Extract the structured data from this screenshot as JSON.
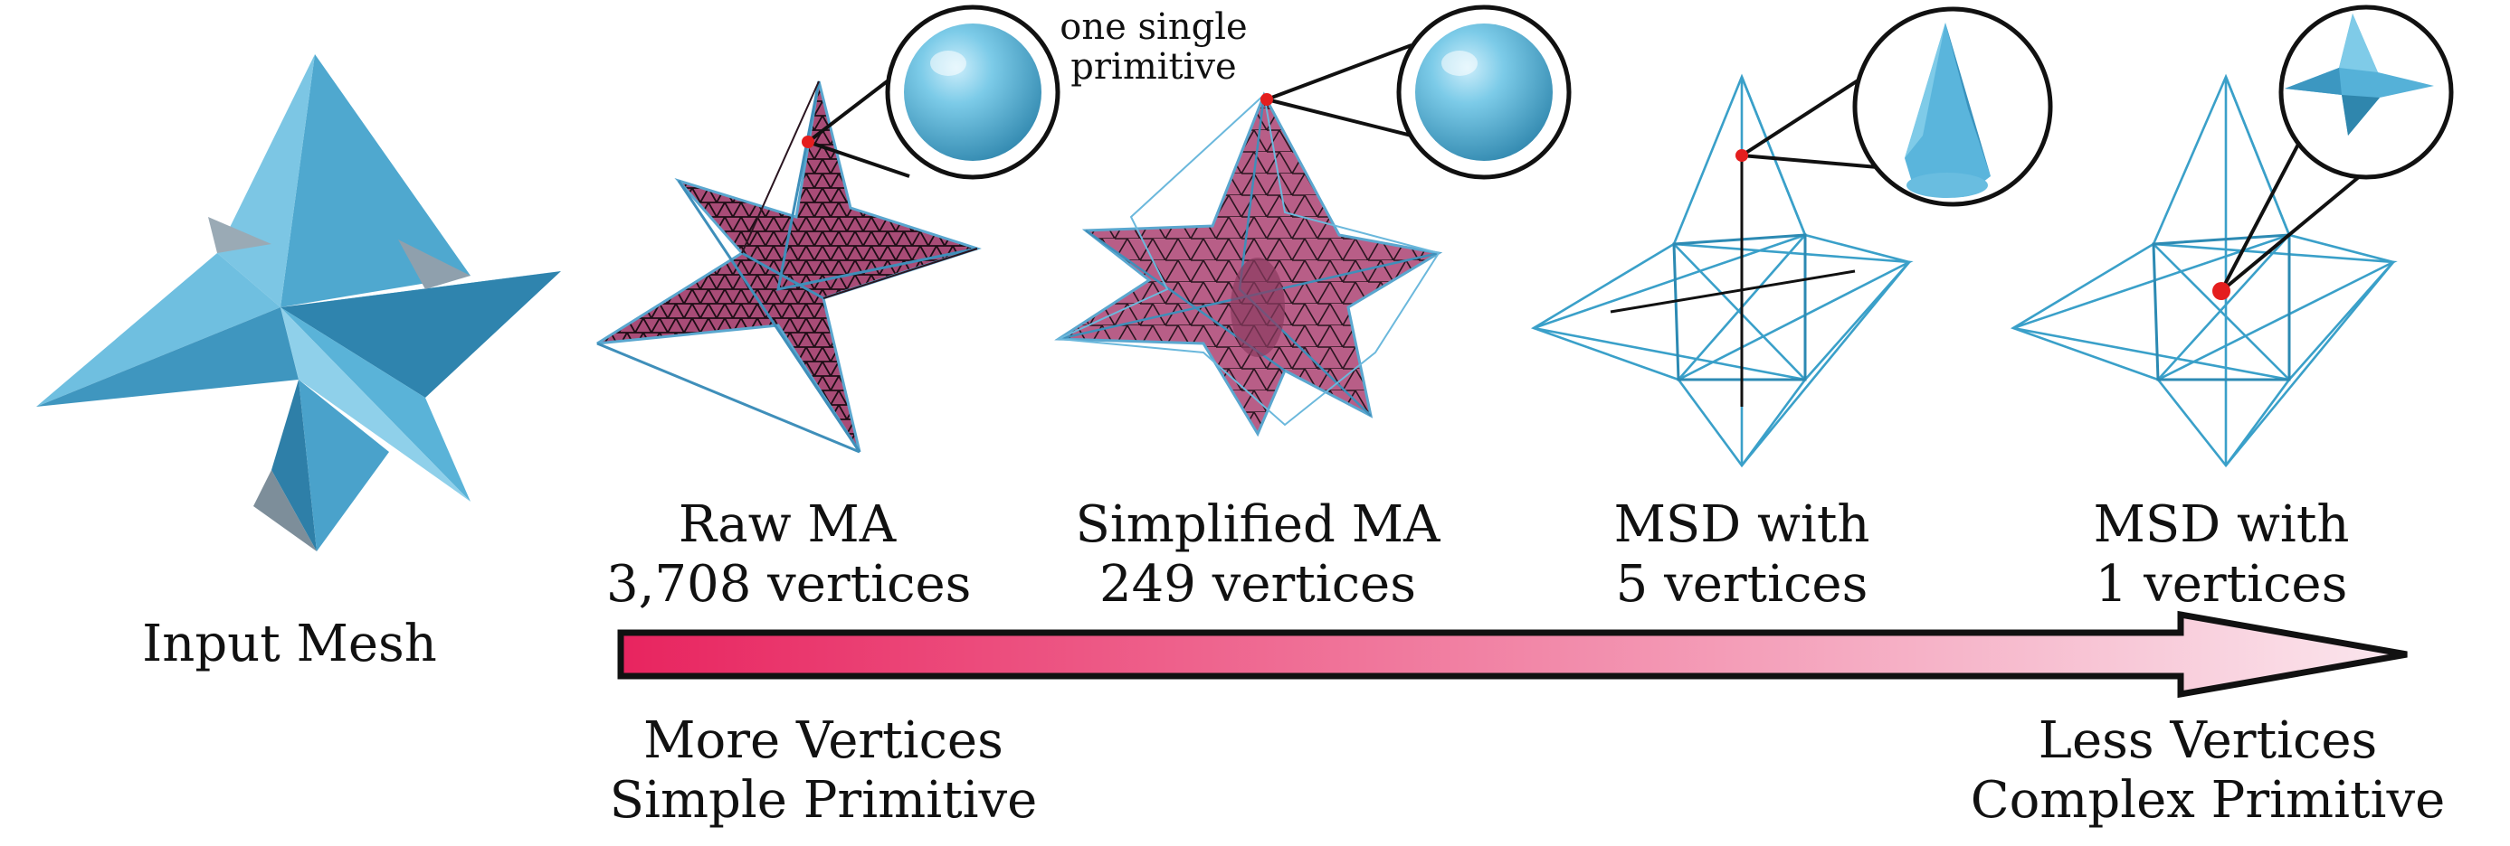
{
  "panels": {
    "input": {
      "label": "Input Mesh"
    },
    "raw": {
      "line1": "Raw MA",
      "line2": "3,708 vertices"
    },
    "simplified": {
      "line1": "Simplified MA",
      "line2": "249 vertices"
    },
    "msd5": {
      "line1": "MSD with",
      "line2": "5 vertices"
    },
    "msd1": {
      "line1": "MSD with",
      "line2": "1 vertices"
    }
  },
  "callout": {
    "line1": "one single",
    "line2": "primitive"
  },
  "arrow": {
    "left_line1": "More Vertices",
    "left_line2": "Simple Primitive",
    "right_line1": "Less Vertices",
    "right_line2": "Complex Primitive",
    "gradient_start": "#e8245f",
    "gradient_end": "#fbe7ee"
  },
  "colors": {
    "mesh_blue": "#56b4d8",
    "medial_pink": "#b4567f",
    "wire_blue": "#3aa0c9",
    "marker_red": "#e41e1e"
  }
}
